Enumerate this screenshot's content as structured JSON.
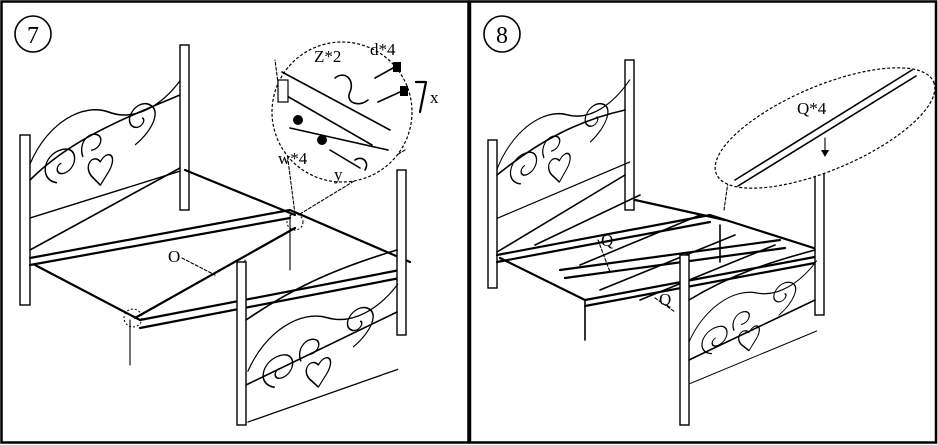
{
  "panels": [
    {
      "step": "7",
      "labels": {
        "bracket": "Z*2",
        "bolt": "d*4",
        "washer": "w*4",
        "wrench_x": "x",
        "wrench_y": "y",
        "rail": "O"
      }
    },
    {
      "step": "8",
      "labels": {
        "slat_callout": "Q*4",
        "slat_1": "Q",
        "slat_2": "Q"
      }
    }
  ]
}
